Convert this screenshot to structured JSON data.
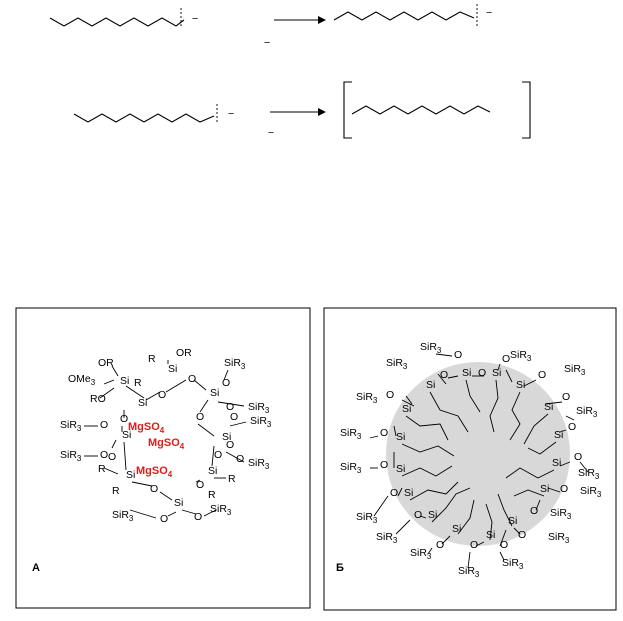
{
  "reactions": {
    "charge": "−",
    "top_right_charge": "−"
  },
  "panel_a": {
    "letter": "А",
    "labels": {
      "or": "OR",
      "ome": "OMe",
      "ro": "RO",
      "r": "R",
      "si": "Si",
      "o": "O",
      "sir": "SiR",
      "sub3": "3",
      "mg": "MgSO",
      "sub4": "4"
    }
  },
  "panel_b": {
    "letter": "Б",
    "labels": {
      "si": "Si",
      "o": "O",
      "sir": "SiR",
      "sub3": "3"
    }
  },
  "colors": {
    "accent_red": "#e01b1b",
    "core_gray": "#d8d8d8",
    "line": "#000000"
  }
}
